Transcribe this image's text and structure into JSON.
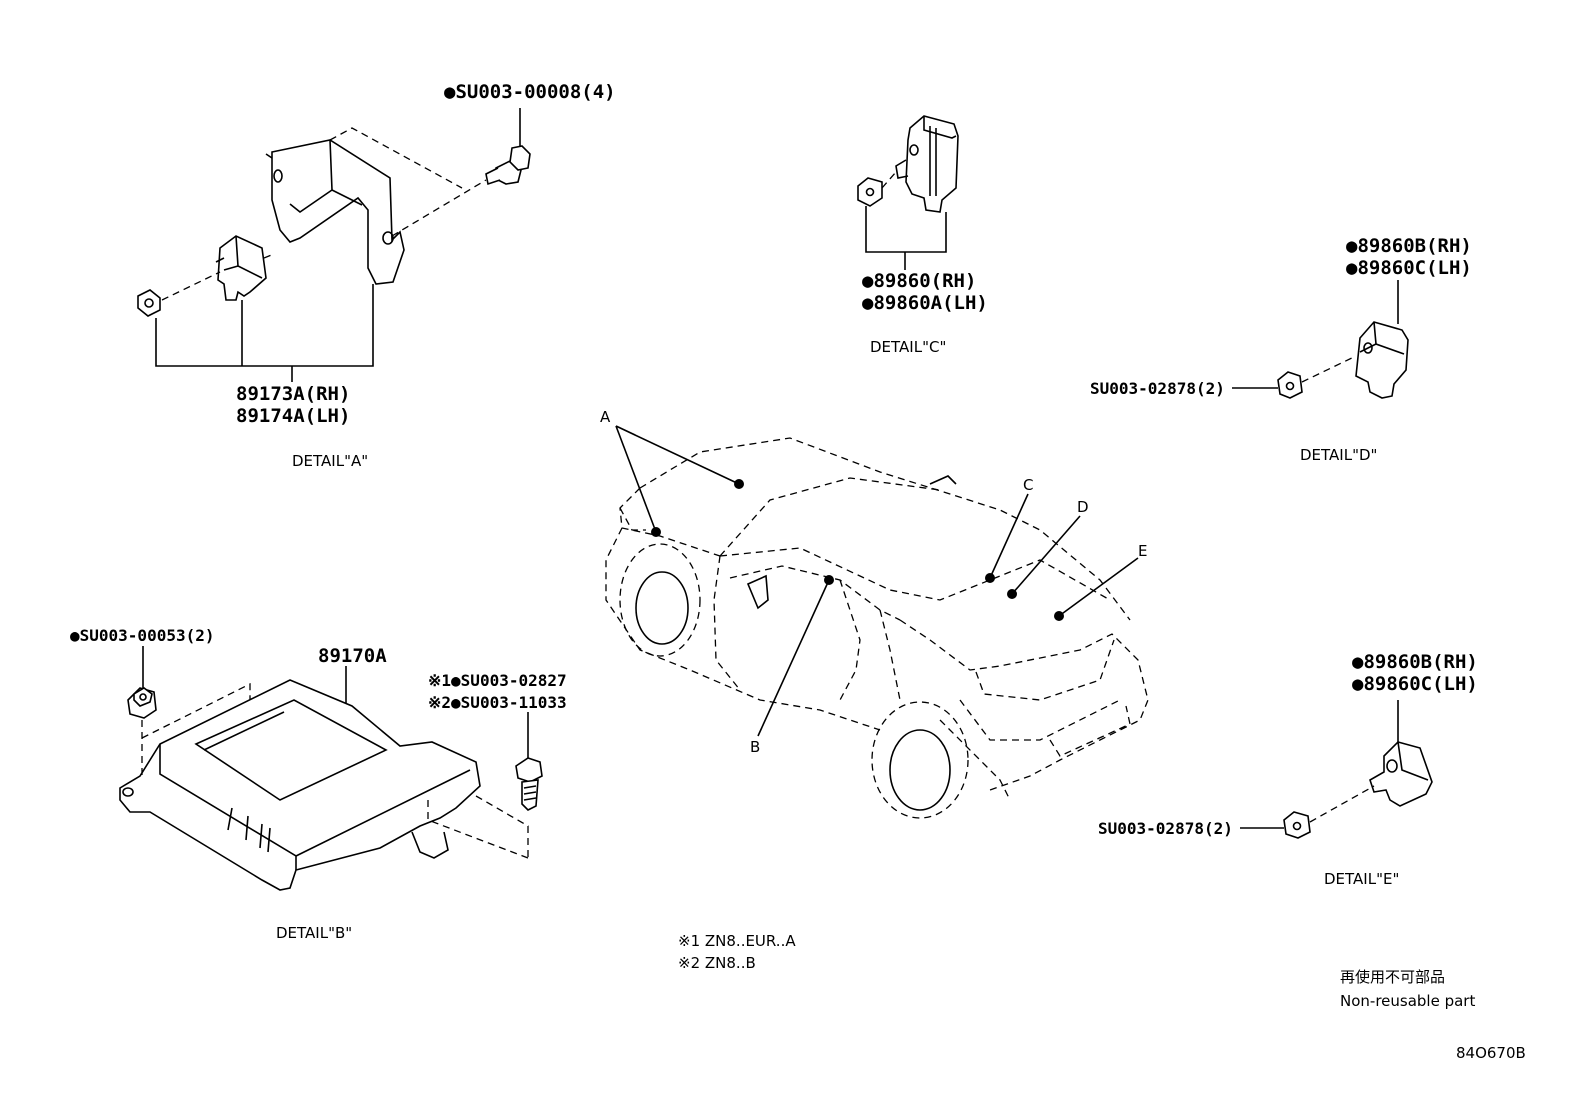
{
  "details": {
    "a": {
      "caption": "DETAIL\"A\"",
      "bolt": "●SU003-00008(4)",
      "part_rh": "89173A(RH)",
      "part_lh": "89174A(LH)"
    },
    "b": {
      "caption": "DETAIL\"B\"",
      "nut": "●SU003-00053(2)",
      "unit": "89170A",
      "bolt1": "※1●SU003-02827",
      "bolt2": "※2●SU003-11033"
    },
    "c": {
      "caption": "DETAIL\"C\"",
      "part_rh": "●89860(RH)",
      "part_lh": "●89860A(LH)"
    },
    "d": {
      "caption": "DETAIL\"D\"",
      "part_rh": "●89860B(RH)",
      "part_lh": "●89860C(LH)",
      "nut": "SU003-02878(2)"
    },
    "e": {
      "caption": "DETAIL\"E\"",
      "part_rh": "●89860B(RH)",
      "part_lh": "●89860C(LH)",
      "nut": "SU003-02878(2)"
    }
  },
  "car_callouts": {
    "a": "A",
    "b": "B",
    "c": "C",
    "d": "D",
    "e": "E"
  },
  "notes": {
    "note1": "※1 ZN8..EUR..A",
    "note2": "※2 ZN8..B"
  },
  "legend": {
    "jp": "再使用不可部品",
    "en": "Non-reusable part"
  },
  "diagram_code": "84O670B"
}
